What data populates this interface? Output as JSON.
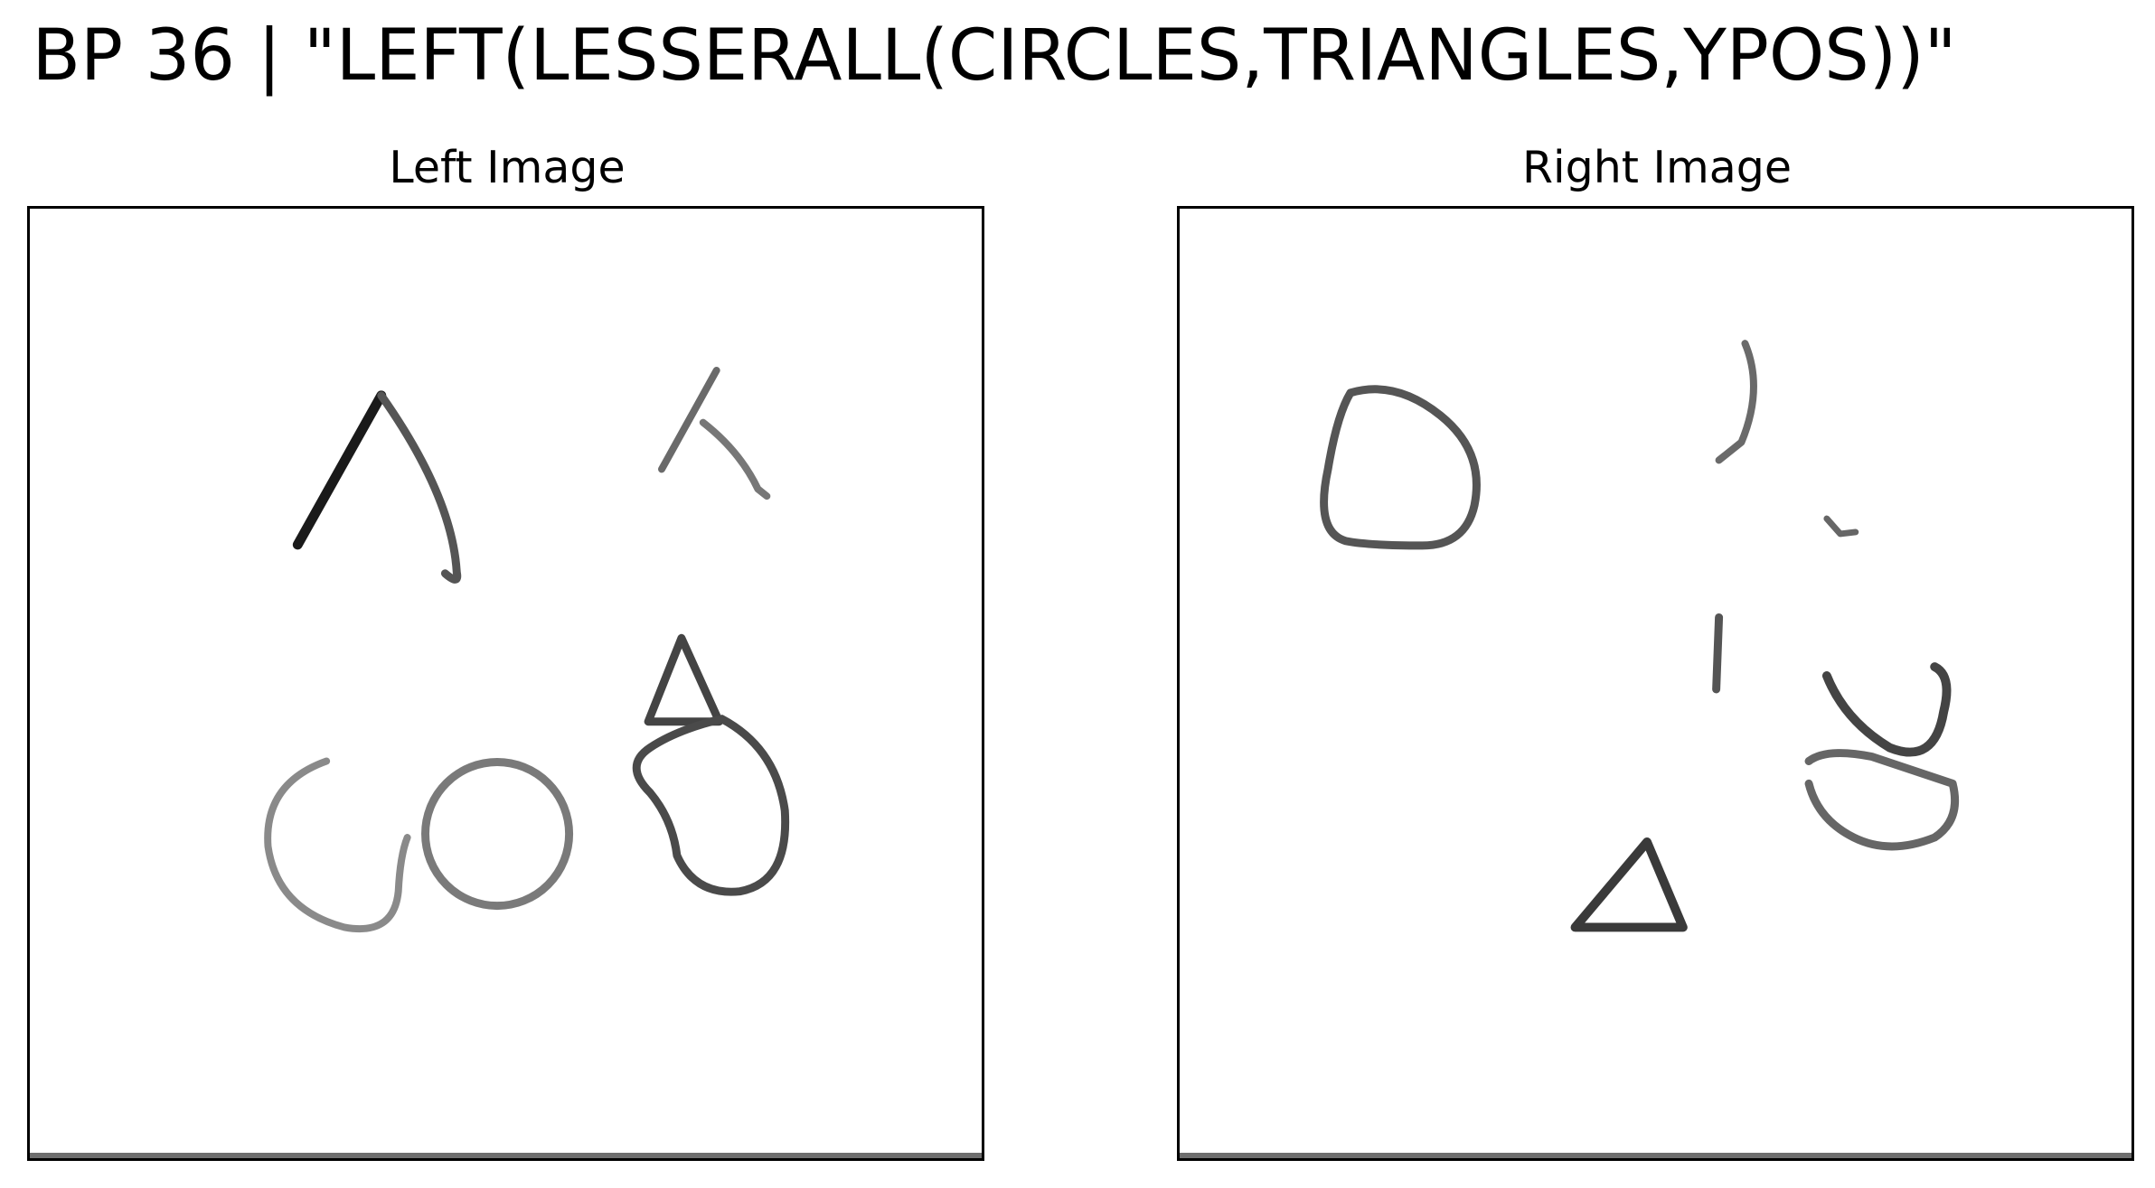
{
  "figure": {
    "title": "BP 36 | \"LEFT(LESSERALL(CIRCLES,TRIANGLES,YPOS))\""
  },
  "panels": {
    "left": {
      "title": "Left Image"
    },
    "right": {
      "title": "Right Image"
    }
  },
  "colors": {
    "background": "#ffffff",
    "frame": "#000000",
    "stroke_dark": "#1a1a1a",
    "stroke_mid": "#555555",
    "stroke_light": "#8a8a8a",
    "floor": "#6e6e6e"
  }
}
